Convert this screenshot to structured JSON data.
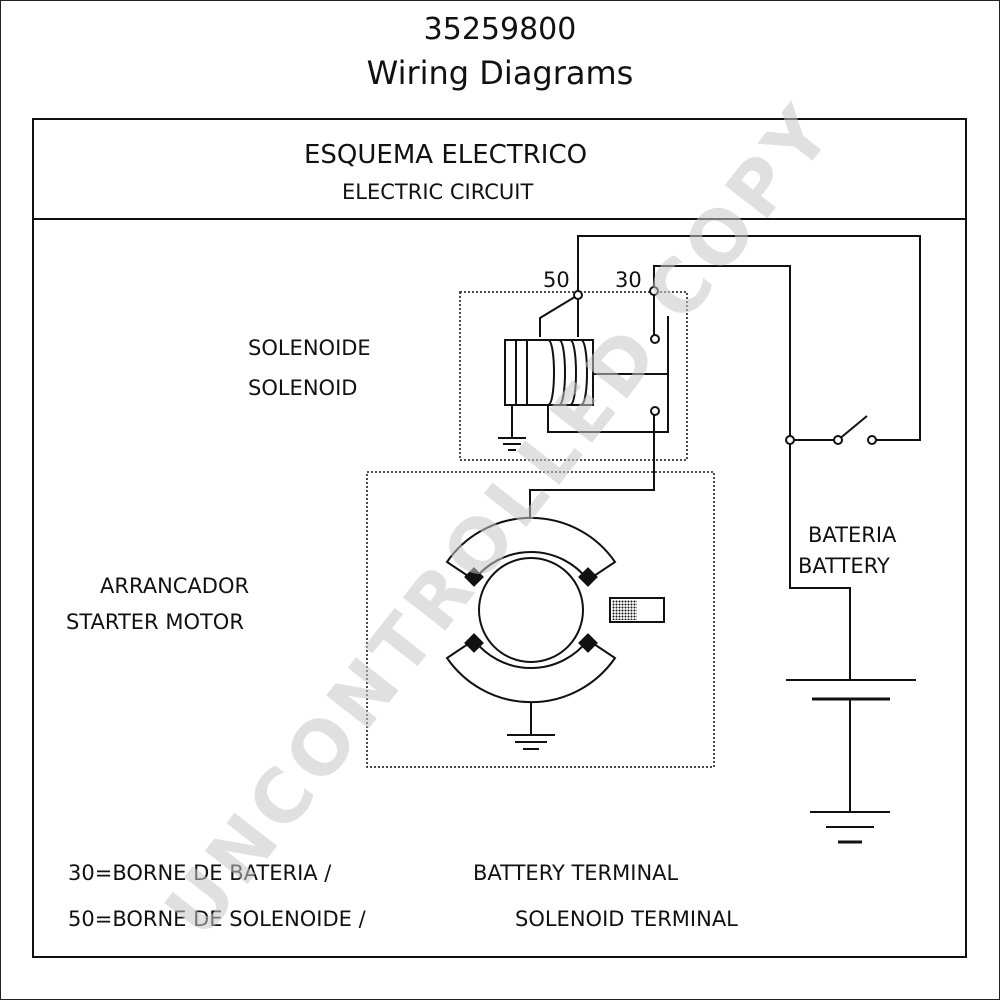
{
  "header": {
    "doc_number": "35259800",
    "doc_title": "Wiring Diagrams"
  },
  "title_band": {
    "title_es": "ESQUEMA ELECTRICO",
    "title_en": "ELECTRIC CIRCUIT"
  },
  "solenoid": {
    "label_es": "SOLENOIDE",
    "label_en": "SOLENOID",
    "terminal_50": "50",
    "terminal_30": "30"
  },
  "starter": {
    "label_es": "ARRANCADOR",
    "label_en": "STARTER MOTOR"
  },
  "battery": {
    "label_es": "BATERIA",
    "label_en": "BATTERY"
  },
  "legend": {
    "line1_es": "30=BORNE DE BATERIA /",
    "line1_en": "BATTERY TERMINAL",
    "line2_es": "50=BORNE DE SOLENOIDE /",
    "line2_en": "SOLENOID TERMINAL"
  },
  "watermark": "UNCONTROLLED COPY"
}
